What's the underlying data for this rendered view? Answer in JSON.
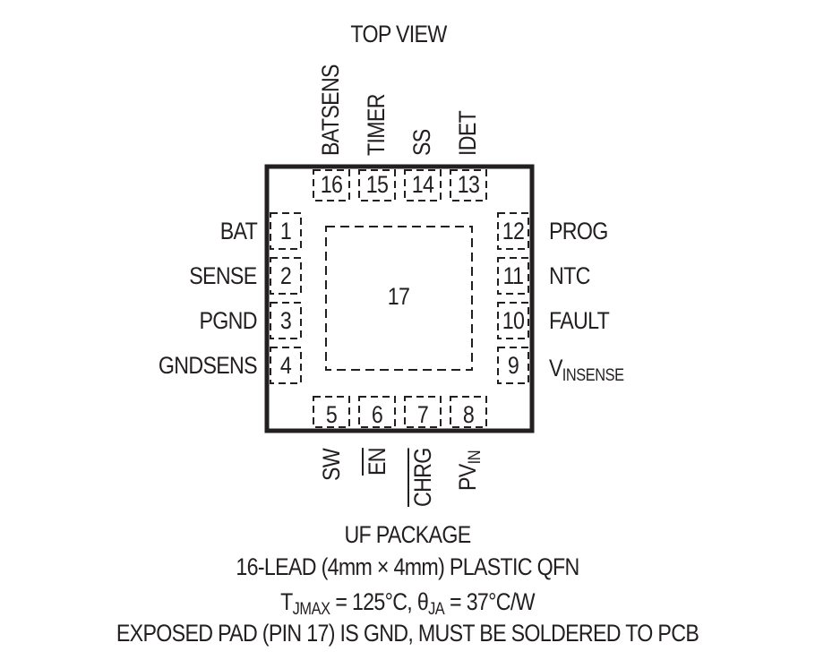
{
  "view_label": "TOP VIEW",
  "top_pins": [
    {
      "num": "16",
      "name": "BATSENS"
    },
    {
      "num": "15",
      "name": "TIMER"
    },
    {
      "num": "14",
      "name": "SS"
    },
    {
      "num": "13",
      "name": "IDET"
    }
  ],
  "left_pins": [
    {
      "num": "1",
      "name": "BAT"
    },
    {
      "num": "2",
      "name": "SENSE"
    },
    {
      "num": "3",
      "name": "PGND"
    },
    {
      "num": "4",
      "name": "GNDSENS"
    }
  ],
  "right_pins": [
    {
      "num": "12",
      "name": "PROG"
    },
    {
      "num": "11",
      "name": "NTC"
    },
    {
      "num": "10",
      "name": "FAULT"
    },
    {
      "num": "9",
      "name_main": "V",
      "name_sub": "INSENSE"
    }
  ],
  "bottom_pins": [
    {
      "num": "5",
      "name": "SW"
    },
    {
      "num": "6",
      "name": "EN"
    },
    {
      "num": "7",
      "name": "CHRG"
    },
    {
      "num": "8",
      "name_main": "PV",
      "name_sub": "IN"
    }
  ],
  "exposed_pad": {
    "num": "17"
  },
  "package_lines": [
    "UF PACKAGE",
    "16-LEAD (4mm × 4mm) PLASTIC QFN"
  ],
  "thermal": {
    "t_main": "T",
    "t_sub": "JMAX",
    "t_value": " = 125°C, ",
    "theta": "θ",
    "theta_sub": "JA",
    "theta_value": " = 37°C/W"
  },
  "note": "EXPOSED PAD (PIN 17) IS GND, MUST BE SOLDERED TO PCB"
}
